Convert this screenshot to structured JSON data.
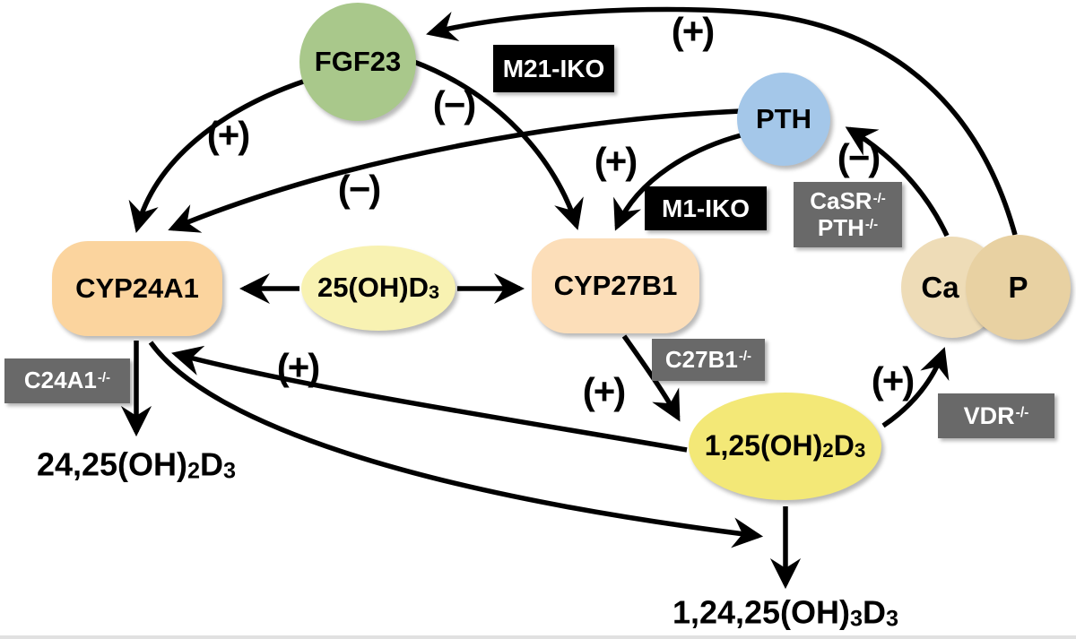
{
  "nodes": {
    "fgf23": {
      "label": "FGF23",
      "color": "#a9c88b"
    },
    "pth": {
      "label": "PTH",
      "color": "#a4c7e9"
    },
    "cyp24a1": {
      "label": "CYP24A1",
      "color": "#fbd49e"
    },
    "cyp27b1": {
      "label": "CYP27B1",
      "color": "#fcdeb9"
    },
    "d25": {
      "b1": "25(OH)D",
      "s1": "3",
      "color": "#f8f2b2"
    },
    "d125": {
      "b1": "1,25(OH)",
      "s1": "2",
      "b2": "D",
      "s2": "3",
      "color": "#f3e877"
    },
    "ca": {
      "label": "Ca",
      "color": "#eedcb7"
    },
    "p": {
      "label": "P",
      "color": "#e8d1a2"
    }
  },
  "metabolites": {
    "d2425": {
      "b1": "24,25(OH)",
      "s1": "2",
      "b2": "D",
      "s2": "3"
    },
    "d12425": {
      "b1": "1,24,25(OH)",
      "s1": "3",
      "b2": "D",
      "s2": "3"
    }
  },
  "knockouts": {
    "m21_iko": {
      "label": "M21-IKO"
    },
    "m1_iko": {
      "label": "M1-IKO"
    },
    "casr_pth": {
      "line1": {
        "base": "CaSR",
        "sup": "-/-"
      },
      "line2": {
        "base": "PTH",
        "sup": "-/-"
      }
    },
    "c27b1": {
      "base": "C27B1",
      "sup": "-/-"
    },
    "vdr": {
      "base": "VDR",
      "sup": "-/-"
    },
    "c24a1": {
      "base": "C24A1",
      "sup": "-/-"
    }
  },
  "signs": {
    "fgf23_to_cyp24a1": "(+)",
    "fgf23_to_cyp27b1": "(−)",
    "p_to_fgf23": "(+)",
    "pth_to_cyp24a1": "(−)",
    "pth_to_cyp27b1": "(+)",
    "ca_to_pth": "(−)",
    "d125_to_cyp24a1": "(+)",
    "cyp27b1_to_d125": "(+)",
    "d125_to_ca": "(+)"
  },
  "colors": {
    "arrow": "#000000",
    "knockout_black_bg": "#000000",
    "knockout_gray_bg": "#696969",
    "knockout_text": "#ffffff",
    "background": "#ffffff"
  }
}
